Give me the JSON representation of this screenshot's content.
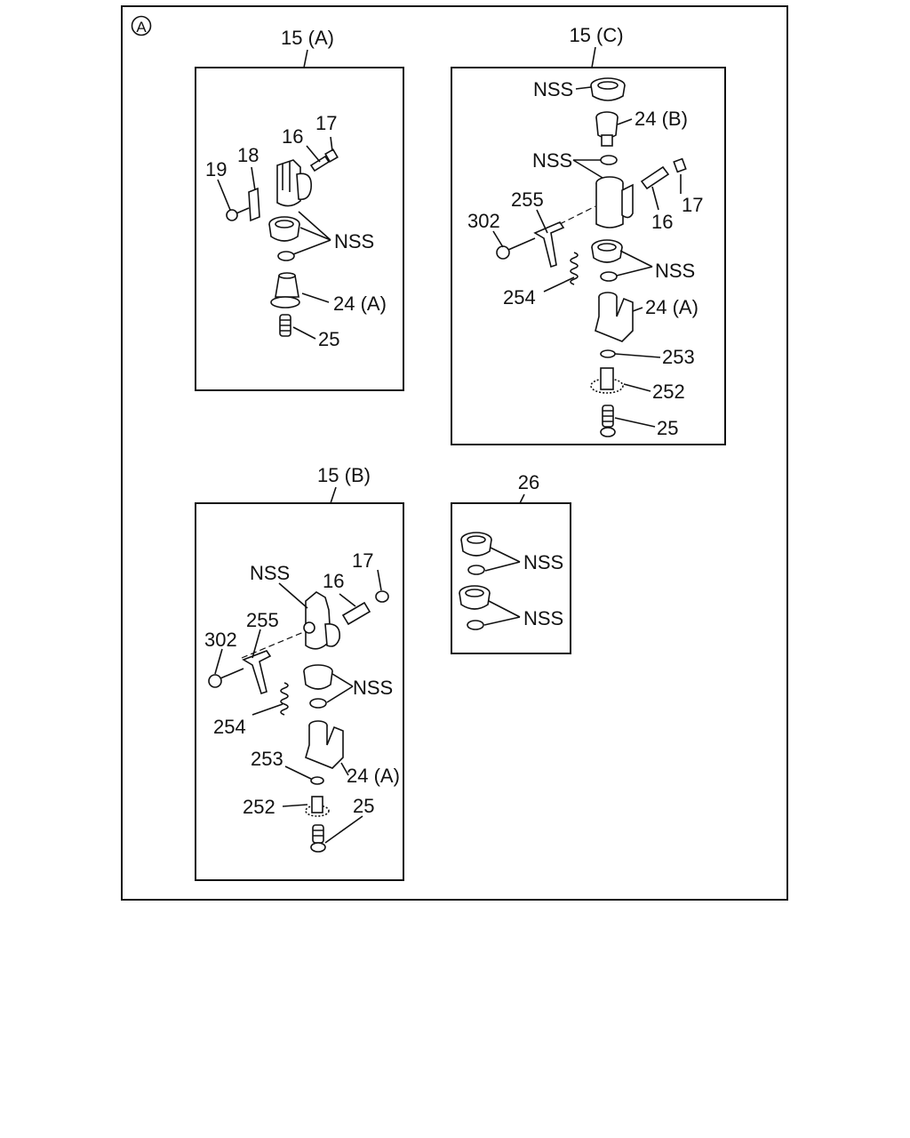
{
  "sheet": {
    "marker": "A"
  },
  "panels": {
    "a": {
      "title": "15 (A)",
      "labels": {
        "l17": "17",
        "l16": "16",
        "l18": "18",
        "l19": "19",
        "nss": "NSS",
        "l24a": "24 (A)",
        "l25": "25"
      }
    },
    "c": {
      "title": "15 (C)",
      "labels": {
        "nss1": "NSS",
        "l24b": "24 (B)",
        "nss2": "NSS",
        "l255": "255",
        "l302": "302",
        "l16": "16",
        "l17": "17",
        "nss3": "NSS",
        "l254": "254",
        "l24a": "24 (A)",
        "l253": "253",
        "l252": "252",
        "l25": "25"
      }
    },
    "b": {
      "title": "15 (B)",
      "labels": {
        "nss1": "NSS",
        "l17": "17",
        "l16": "16",
        "l255": "255",
        "l302": "302",
        "nss2": "NSS",
        "l254": "254",
        "l253": "253",
        "l24a": "24 (A)",
        "l252": "252",
        "l25": "25"
      }
    },
    "d": {
      "title": "26",
      "labels": {
        "nss1": "NSS",
        "nss2": "NSS"
      }
    }
  }
}
